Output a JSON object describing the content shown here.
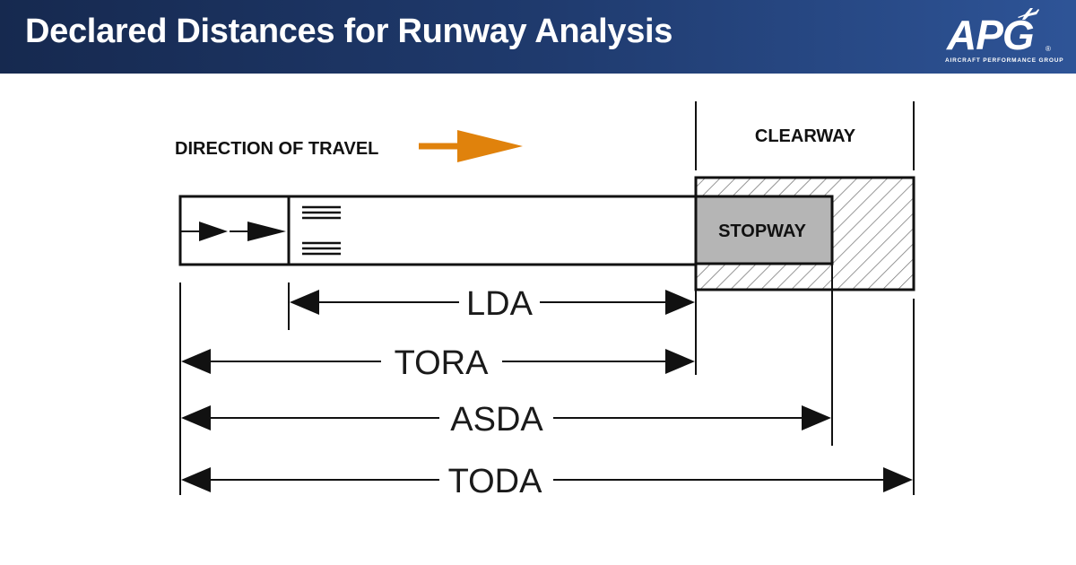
{
  "header": {
    "title": "Declared Distances for Runway Analysis",
    "logo": {
      "text": "APG",
      "reg": "®",
      "subtitle": "AIRCRAFT PERFORMANCE GROUP",
      "icon": "airplane-icon"
    }
  },
  "diagram": {
    "direction_label": "DIRECTION OF TRAVEL",
    "clearway_label": "CLEARWAY",
    "stopway_label": "STOPWAY",
    "distances": {
      "lda": "LDA",
      "tora": "TORA",
      "asda": "ASDA",
      "toda": "TODA"
    },
    "colors": {
      "arrow": "#e0820c",
      "stopway": "#b5b5b5",
      "line": "#111111"
    }
  }
}
